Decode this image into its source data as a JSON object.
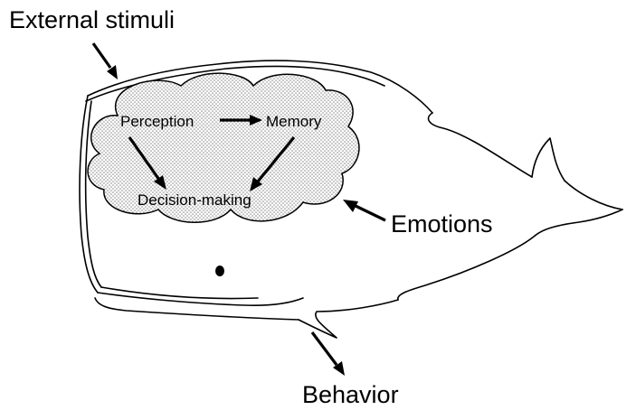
{
  "labels": {
    "external_stimuli": "External stimuli",
    "emotions": "Emotions",
    "behavior": "Behavior"
  },
  "brain": {
    "perception": "Perception",
    "memory": "Memory",
    "decision_making": "Decision-making"
  },
  "colors": {
    "ink": "#000000",
    "background": "#ffffff",
    "cloud_stipple": "#8a8a8a"
  },
  "illustration": "whale-sketch"
}
